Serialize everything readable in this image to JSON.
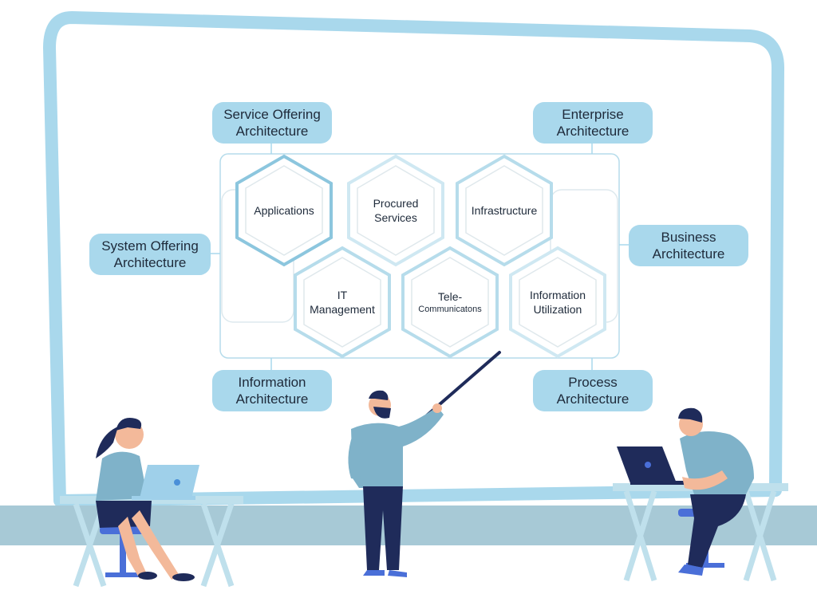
{
  "labels": {
    "service_offering": [
      "Service Offering",
      "Architecture"
    ],
    "enterprise": [
      "Enterprise",
      "Architecture"
    ],
    "system_offering": [
      "System Offering",
      "Architecture"
    ],
    "business": [
      "Business",
      "Architecture"
    ],
    "information": [
      "Information",
      "Architecture"
    ],
    "process": [
      "Process",
      "Architecture"
    ]
  },
  "hexagons": {
    "applications": [
      "Applications"
    ],
    "procured_services": [
      "Procured",
      "Services"
    ],
    "infrastructure": [
      "Infrastructure"
    ],
    "it_management": [
      "IT",
      "Management"
    ],
    "telecommunications": [
      "Tele-",
      "Communicatons"
    ],
    "information_utilization": [
      "Information",
      "Utilization"
    ]
  },
  "colors": {
    "frame": "#a9d8ec",
    "pill": "#a9d8ec",
    "hex_border": "#b6dceb",
    "hex_border_strong": "#8cc6de",
    "desk": "#a7c9d6",
    "shirt": "#7fb2c9",
    "pants": "#1f2b5a",
    "skin": "#f3b99a",
    "hair": "#1f2b5a"
  }
}
